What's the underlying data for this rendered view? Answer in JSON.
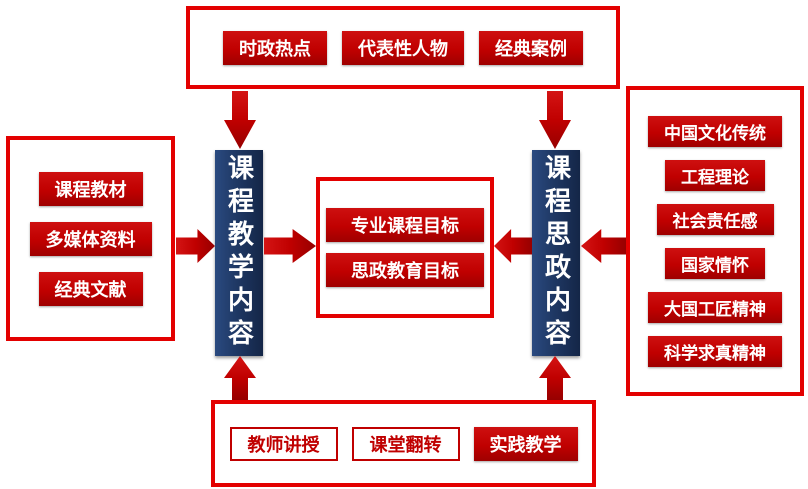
{
  "colors": {
    "red_fill": "#C00000",
    "red_border": "#E30000",
    "blue_fill": "#1F3864",
    "text_on_fill": "#FFFFFF"
  },
  "top_group": {
    "items": [
      "时政热点",
      "代表性人物",
      "经典案例"
    ]
  },
  "left_group": {
    "items": [
      "课程教材",
      "多媒体资料",
      "经典文献"
    ]
  },
  "right_group": {
    "items": [
      "中国文化传统",
      "工程理论",
      "社会责任感",
      "国家情怀",
      "大国工匠精神",
      "科学求真精神"
    ]
  },
  "bottom_group": {
    "items": [
      "教师讲授",
      "课堂翻转",
      "实践教学"
    ]
  },
  "center_group": {
    "items": [
      "专业课程目标",
      "思政教育目标"
    ]
  },
  "pillars": {
    "left": "课程教学内容",
    "right": "课程思政内容"
  }
}
